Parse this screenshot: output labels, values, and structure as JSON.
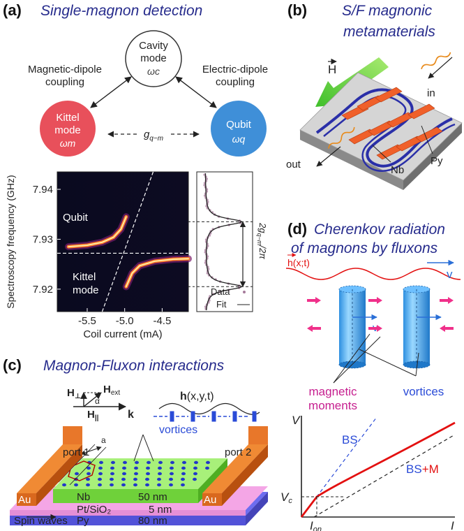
{
  "panels": {
    "a": {
      "letter": "(a)",
      "title": "Single-magnon detection",
      "cavity_mode": "Cavity mode",
      "omega_c": "ωc",
      "mag_dipole": "Magnetic-dipole coupling",
      "elec_dipole": "Electric-dipole coupling",
      "kittel_mode": "Kittel mode",
      "omega_m": "ωm",
      "qubit": "Qubit",
      "omega_q": "ωq",
      "coupling": "g q−m",
      "plot_qubit": "Qubit",
      "plot_kittel": "Kittel mode",
      "gap_label": "2g q−m/2π",
      "legend_data": "Data",
      "legend_fit": "Fit"
    },
    "b": {
      "letter": "(b)",
      "title_line1": "S/F magnonic",
      "title_line2": "metamaterials",
      "field": "H",
      "in": "in",
      "out": "out",
      "py": "Py",
      "nb": "Nb"
    },
    "c": {
      "letter": "(c)",
      "title": "Magnon-Fluxon interactions",
      "h_perp": "H⊥",
      "h_ext": "Hext",
      "h_par": "H||",
      "alpha": "α",
      "k": "k",
      "hxyt": "h(x,y,t)",
      "vortices": "vortices",
      "port1": "port 1",
      "port2": "port 2",
      "a": "a",
      "au_left": "Au",
      "au_right": "Au",
      "layer_nb": "Nb",
      "layer_nb_t": "50 nm",
      "layer_pt": "Pt/SiO₂",
      "layer_pt_t": "5 nm",
      "layer_py": "Py",
      "layer_py_t": "80 nm",
      "spin_waves": "Spin waves"
    },
    "d": {
      "letter": "(d)",
      "title_line1": "Cherenkov radiation",
      "title_line2": "of magnons by fluxons",
      "hxt": "h(x;t)",
      "v": "v",
      "v_inner": "v",
      "magnetic_moments_1": "magnetic",
      "magnetic_moments_2": "moments",
      "vortices": "vortices",
      "V": "V",
      "Vc": "Vc",
      "I": "I",
      "Ion": "Ion",
      "BS": "BS",
      "BSM_a": "BS",
      "BSM_b": "+M"
    }
  },
  "chart_data": [
    {
      "type": "heatmap",
      "ylabel": "Spectroscopy frequency (GHz)",
      "xlabel": "Coil current (mA)",
      "x_ticks": [
        "-5.5",
        "-5.0",
        "-4.5"
      ],
      "y_ticks": [
        "7.94",
        "7.93",
        "7.92"
      ],
      "xlim": [
        -5.9,
        -4.15
      ],
      "ylim": [
        7.9155,
        7.9435
      ],
      "center_frequency": 7.9272,
      "branch_upper": [
        [
          -5.75,
          7.9285
        ],
        [
          -5.5,
          7.9288
        ],
        [
          -5.3,
          7.9294
        ],
        [
          -5.15,
          7.9304
        ],
        [
          -5.05,
          7.932
        ],
        [
          -4.98,
          7.9345
        ]
      ],
      "branch_lower": [
        [
          -4.98,
          7.9205
        ],
        [
          -4.9,
          7.9232
        ],
        [
          -4.8,
          7.9247
        ],
        [
          -4.6,
          7.9256
        ],
        [
          -4.35,
          7.926
        ],
        [
          -4.15,
          7.9261
        ]
      ]
    },
    {
      "type": "line",
      "series": [
        {
          "name": "Data"
        },
        {
          "name": "Fit"
        }
      ],
      "peak_frequencies": [
        7.9335,
        7.9205
      ],
      "gap_label": "2g q−m/2π"
    },
    {
      "type": "line",
      "xlabel": "I",
      "ylabel": "V",
      "series": [
        {
          "name": "BS"
        },
        {
          "name": "BS+M"
        }
      ],
      "marked_x": "Ion",
      "marked_y": "Vc"
    }
  ],
  "colors": {
    "title": "#262b8c",
    "kittel": "#e8505b",
    "qubit": "#3f8fd8",
    "orange": "#e8702a",
    "red_curve": "#e31010",
    "blue": "#2a4bd7",
    "magenta": "#c61e8f",
    "pink_arrows": "#f0308a",
    "green_nb": "#7cd33a",
    "py_layer": "#6d6df0"
  }
}
